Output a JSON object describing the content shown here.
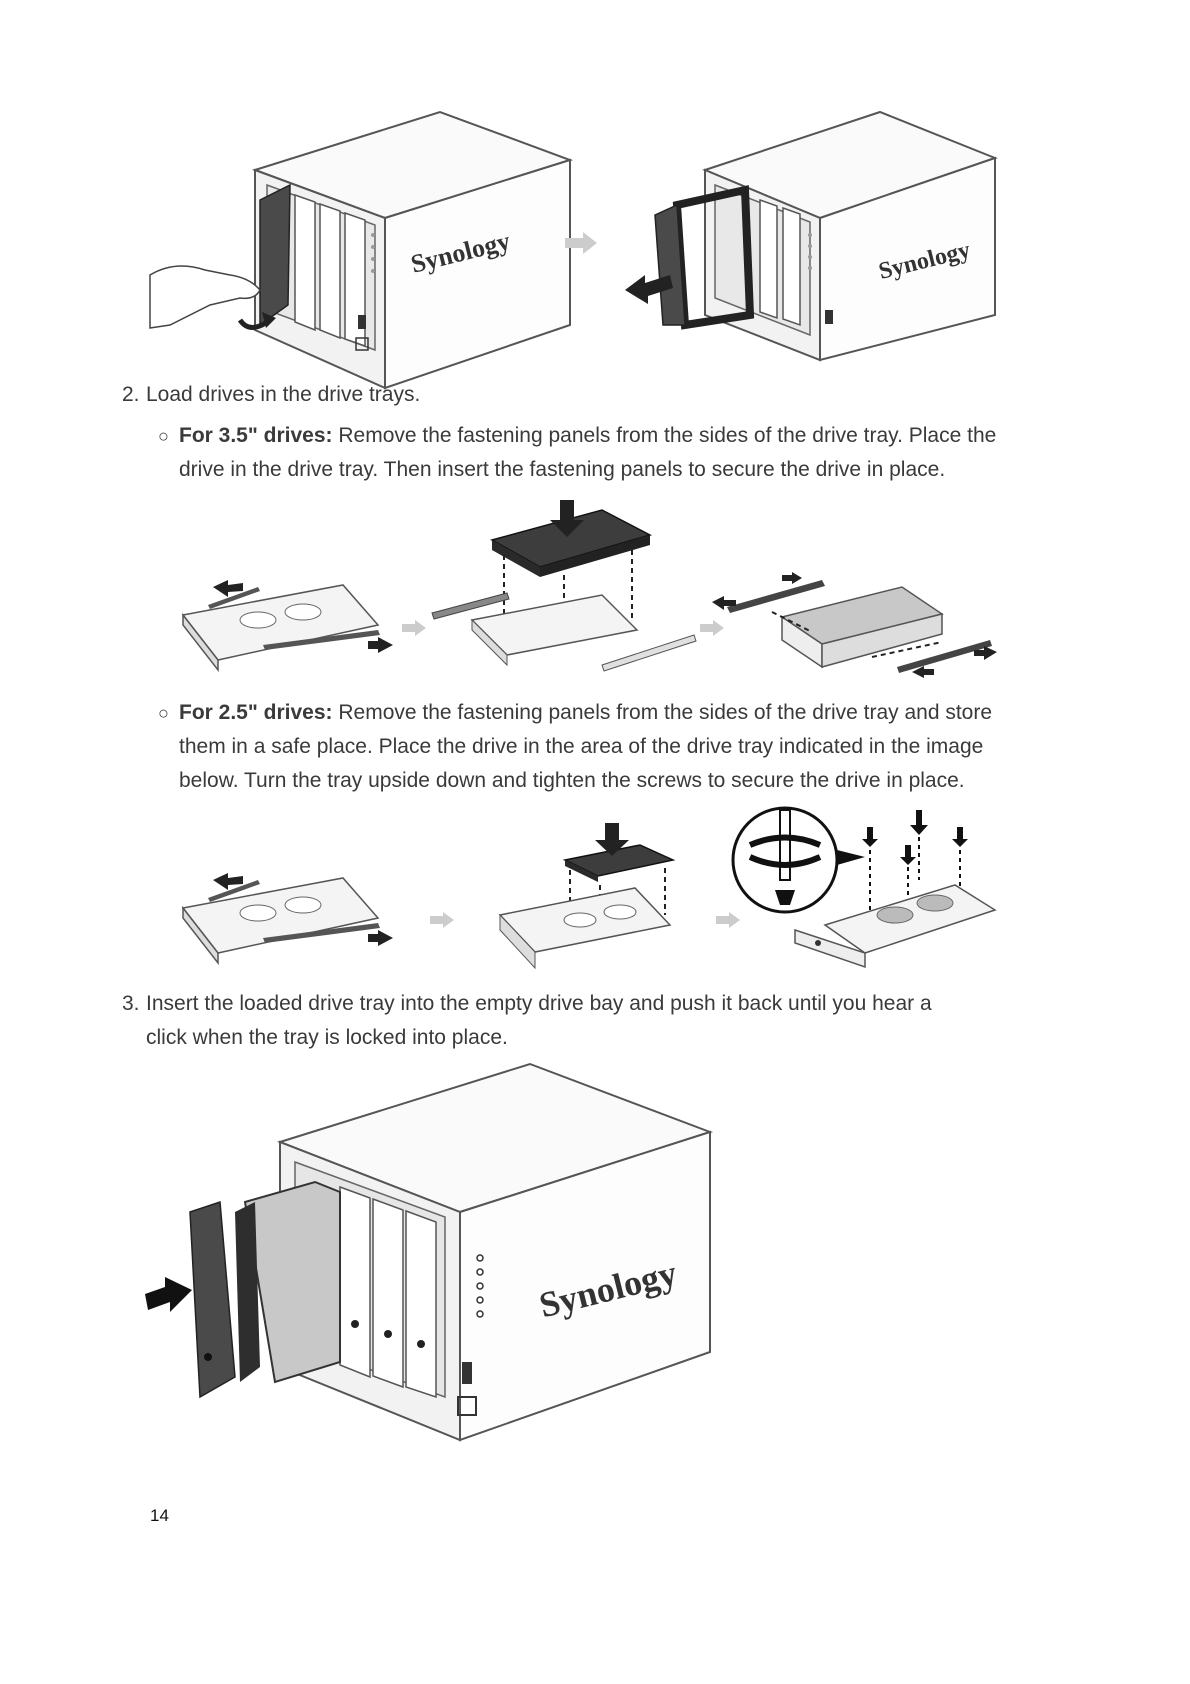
{
  "step2": {
    "number": "2.",
    "text": "Load drives in the drive trays."
  },
  "bullet35": {
    "bold": "For 3.5\" drives:",
    "text": " Remove the fastening panels from the sides of the drive tray. Place the drive in the drive tray. Then insert the fastening panels to secure the drive in place."
  },
  "bullet25": {
    "bold": "For 2.5\" drives:",
    "text": " Remove the fastening panels from the sides of the drive tray and store them in a safe place. Place the drive in the area of the drive tray indicated in the image below. Turn the tray upside down and tighten the screws to secure the drive in place."
  },
  "step3": {
    "number": "3.",
    "text": "Insert the loaded drive tray into the empty drive bay and push it back until you hear a click when the tray is locked into place."
  },
  "logo": "Synology",
  "page_number": "14"
}
